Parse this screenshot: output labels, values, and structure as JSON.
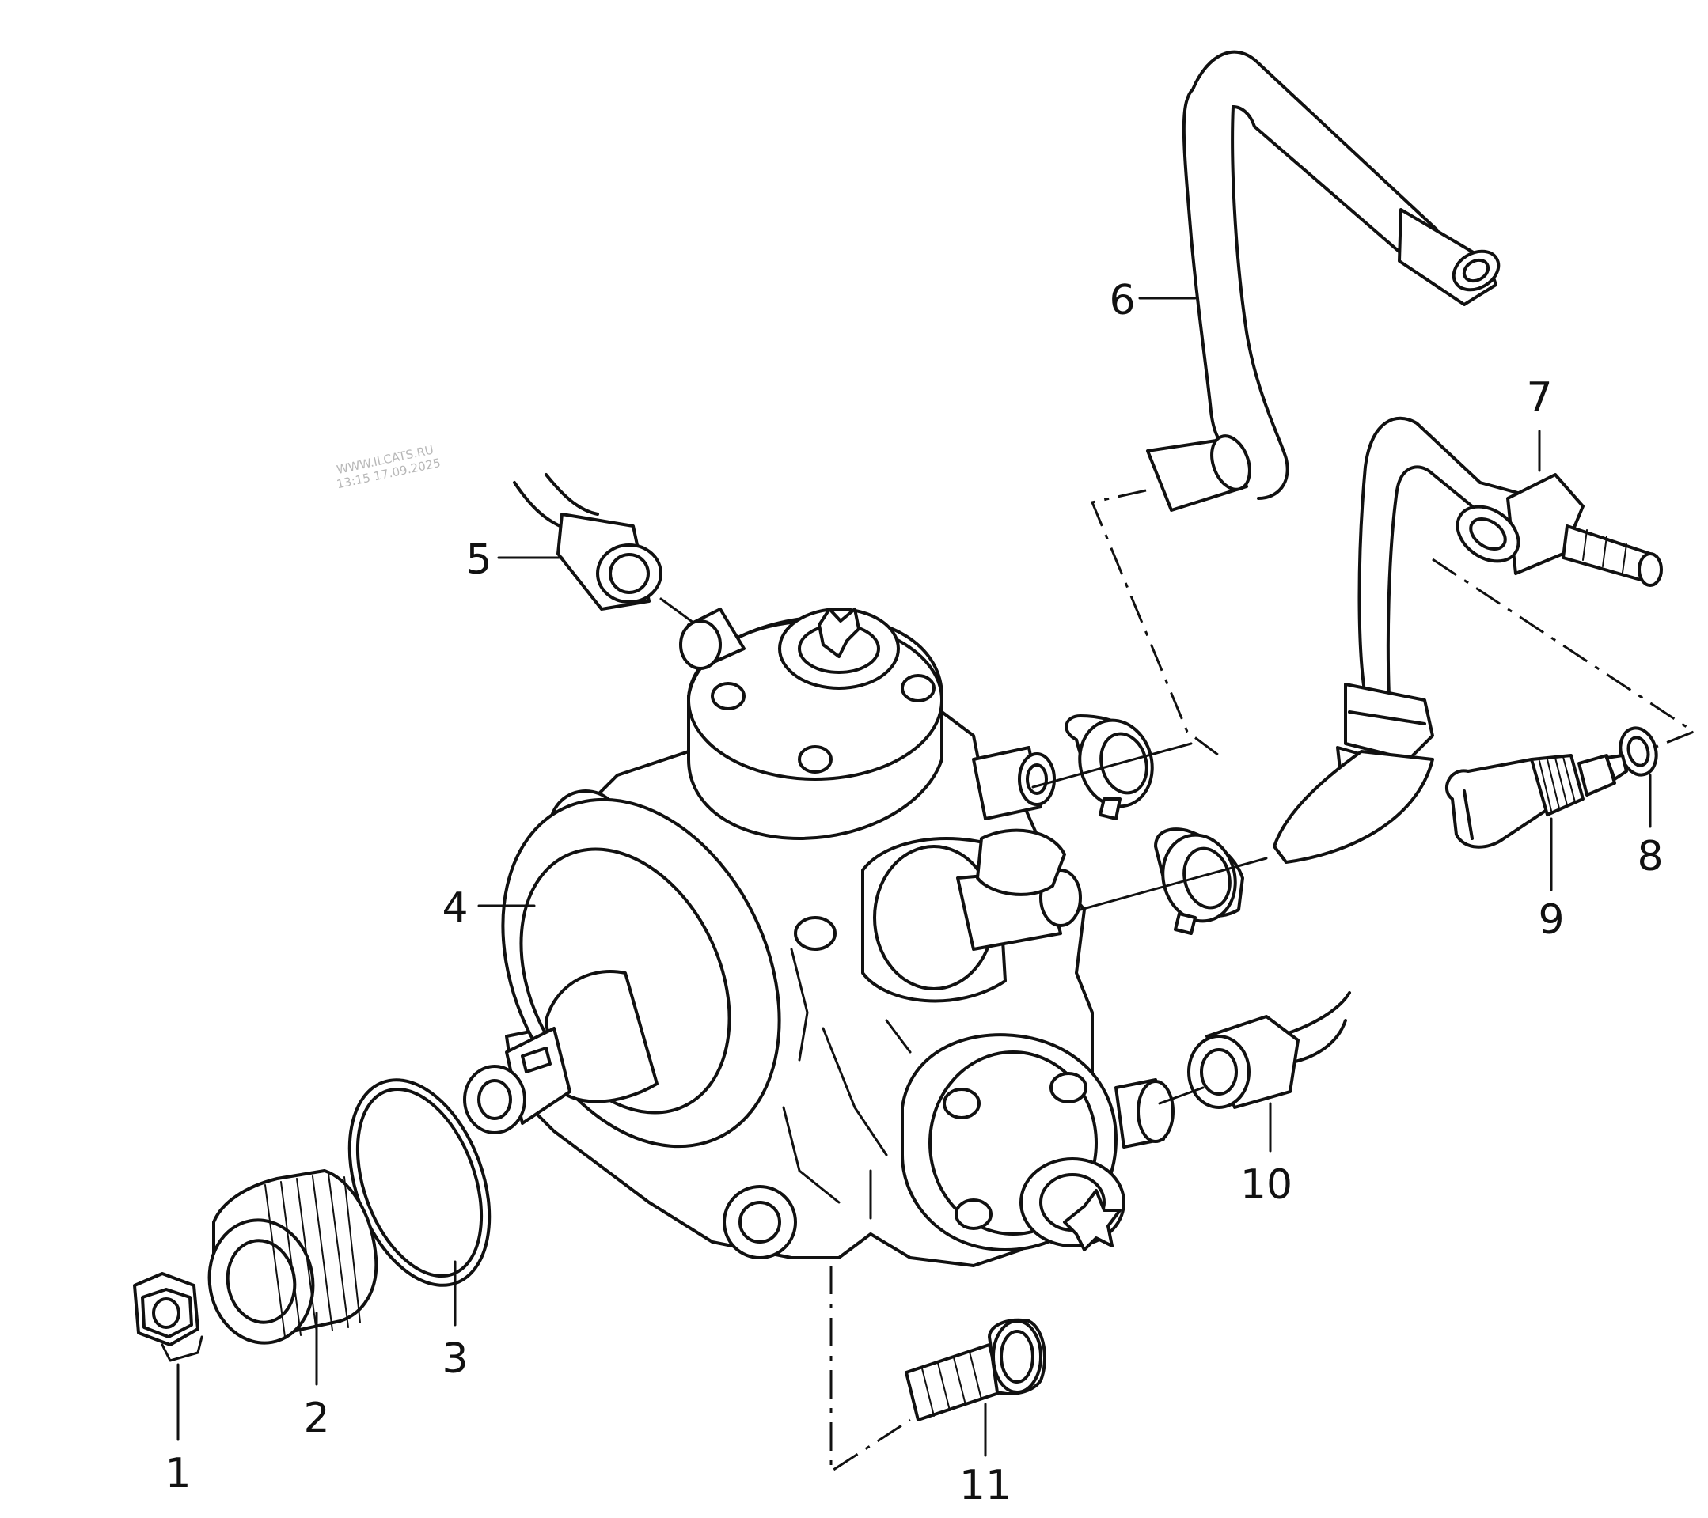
{
  "watermark": {
    "line1": "WWW.ILCATS.RU",
    "line2": "13:15 17.09.2025"
  },
  "callouts": [
    {
      "id": "1",
      "label": "1"
    },
    {
      "id": "2",
      "label": "2"
    },
    {
      "id": "3",
      "label": "3"
    },
    {
      "id": "4",
      "label": "4"
    },
    {
      "id": "5",
      "label": "5"
    },
    {
      "id": "6",
      "label": "6"
    },
    {
      "id": "7",
      "label": "7"
    },
    {
      "id": "8",
      "label": "8"
    },
    {
      "id": "9",
      "label": "9"
    },
    {
      "id": "10",
      "label": "10"
    },
    {
      "id": "11",
      "label": "11"
    }
  ]
}
